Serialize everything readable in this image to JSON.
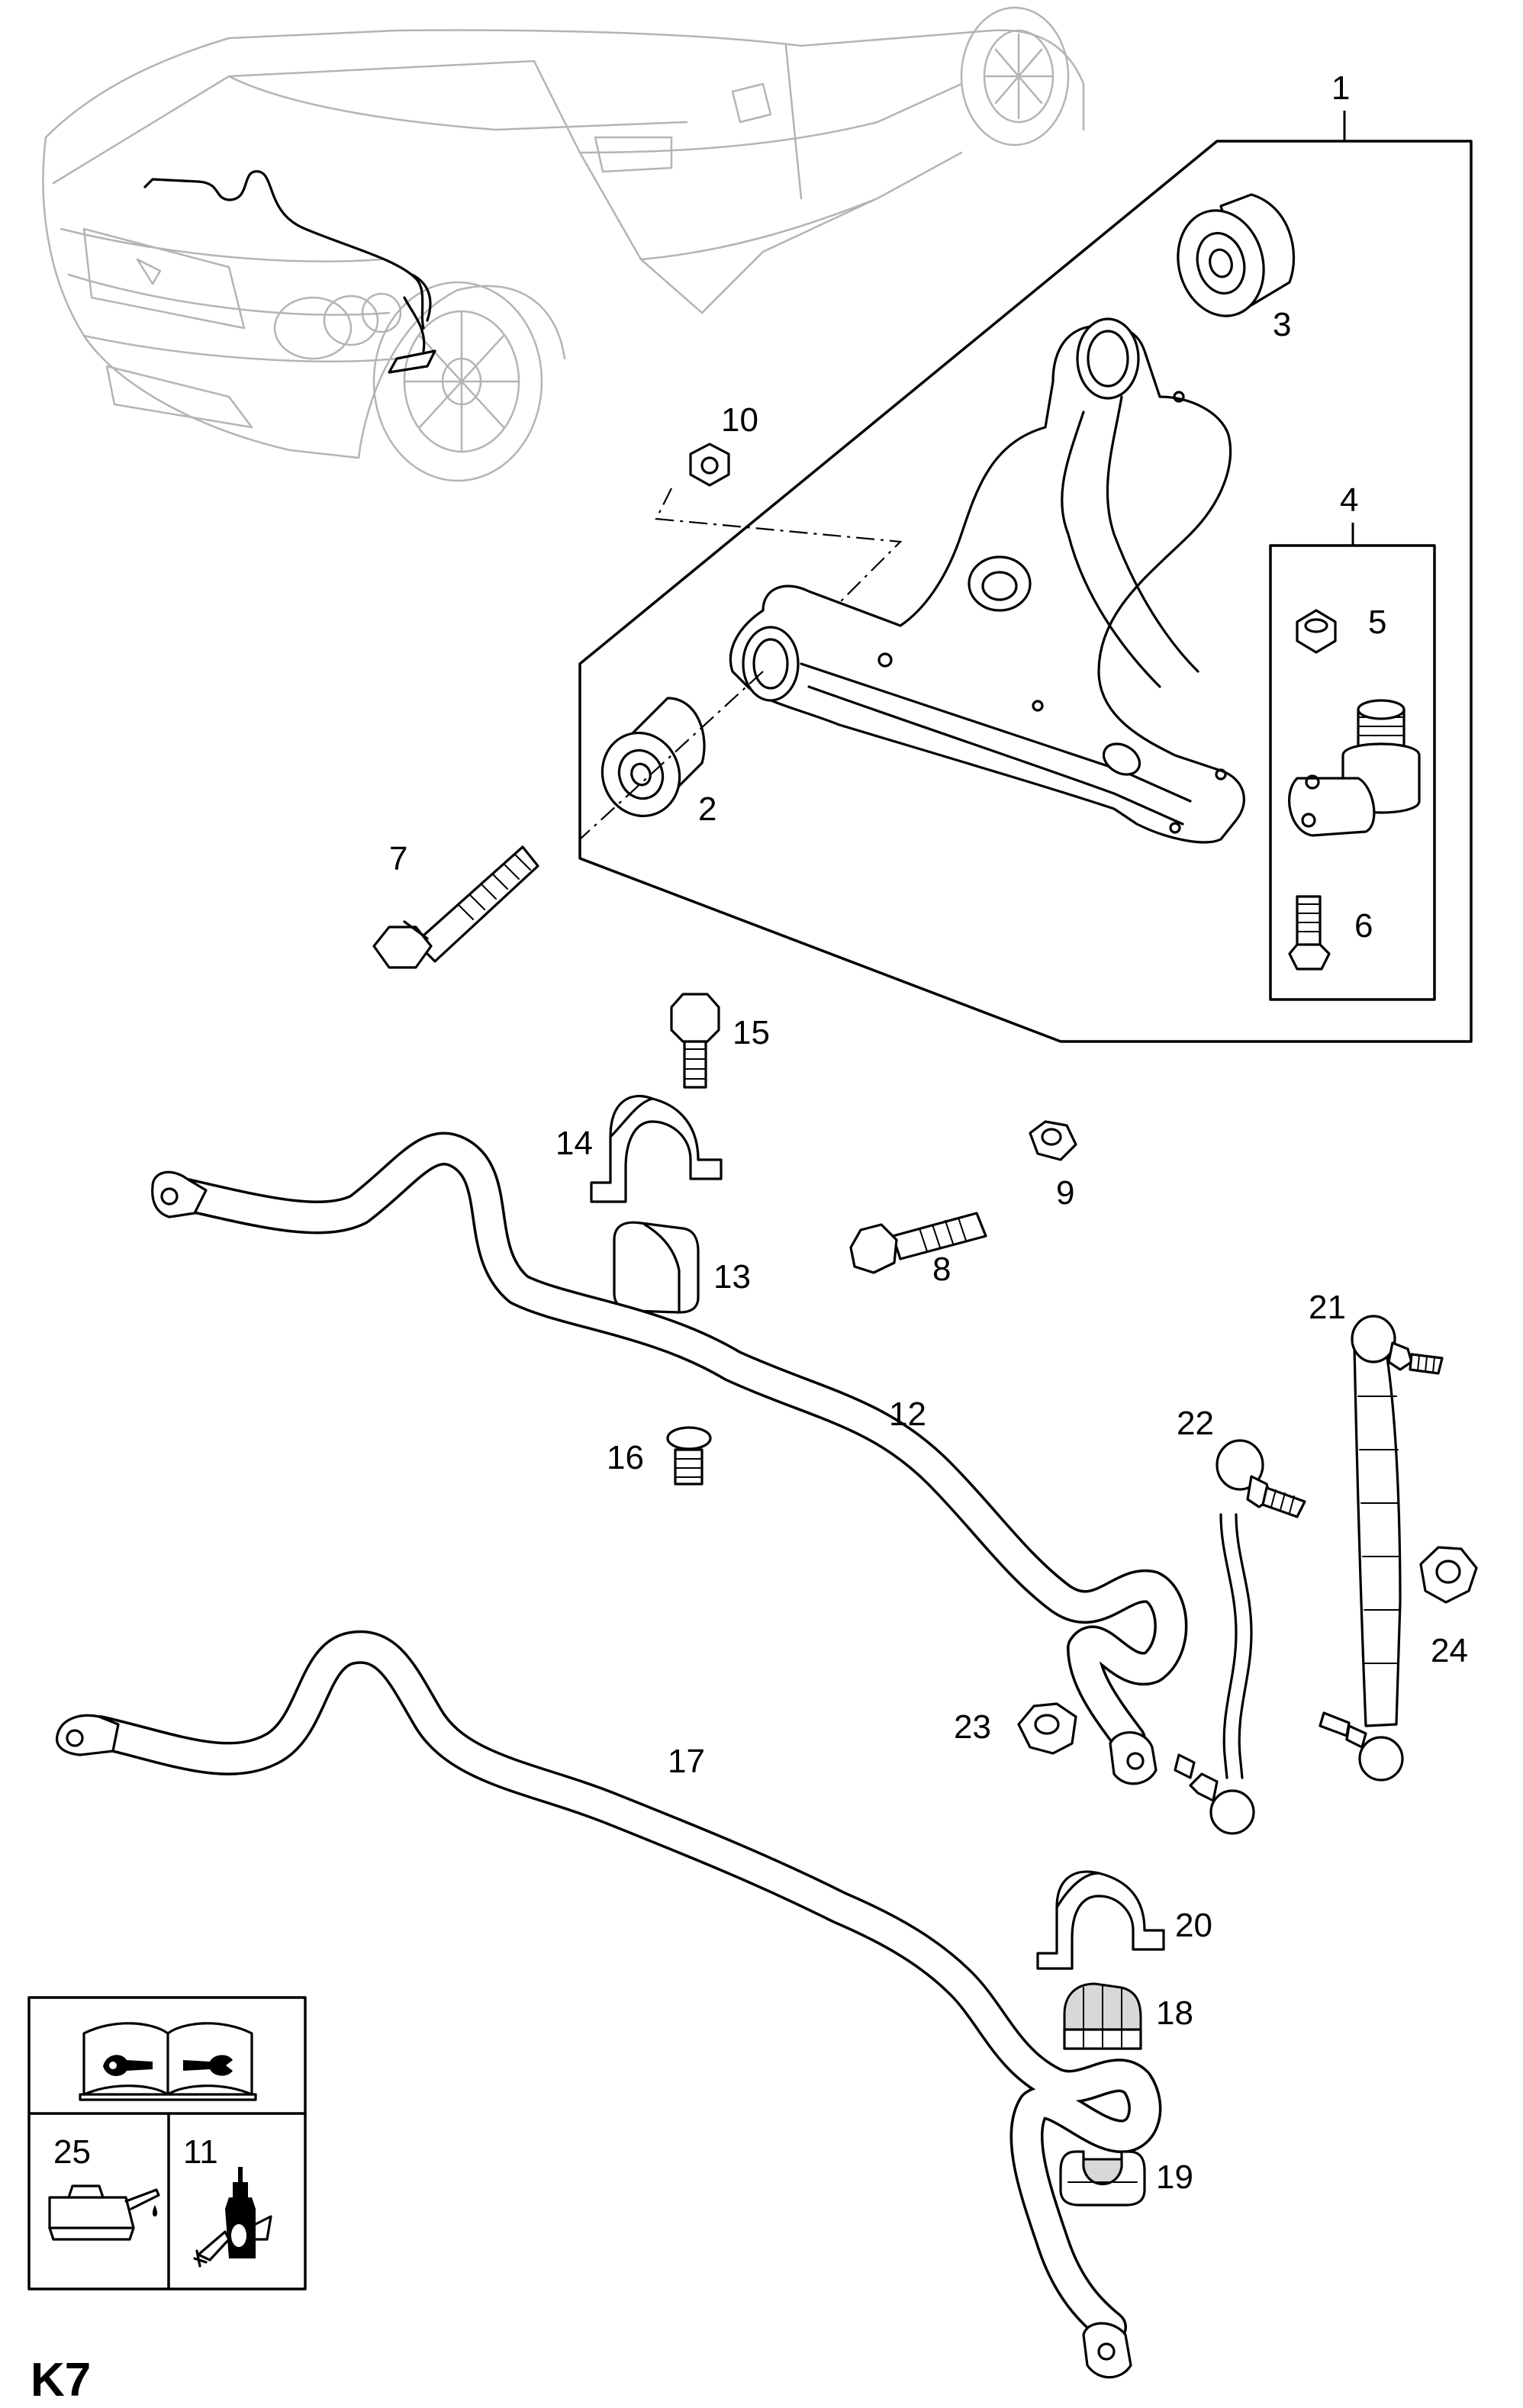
{
  "diagram": {
    "section_code": "K7",
    "part_numbers": {
      "p1": "1",
      "p2": "2",
      "p3": "3",
      "p4": "4",
      "p5": "5",
      "p6": "6",
      "p7": "7",
      "p8": "8",
      "p9": "9",
      "p10": "10",
      "p11": "11",
      "p12": "12",
      "p13": "13",
      "p14": "14",
      "p15": "15",
      "p16": "16",
      "p17": "17",
      "p18": "18",
      "p19": "19",
      "p20": "20",
      "p21": "21",
      "p22": "22",
      "p23": "23",
      "p24": "24",
      "p25": "25"
    },
    "icons": {
      "manual": "repair-manual-icon",
      "oil": "oil-can-icon",
      "adhesive": "adhesive-bottle-icon"
    }
  }
}
